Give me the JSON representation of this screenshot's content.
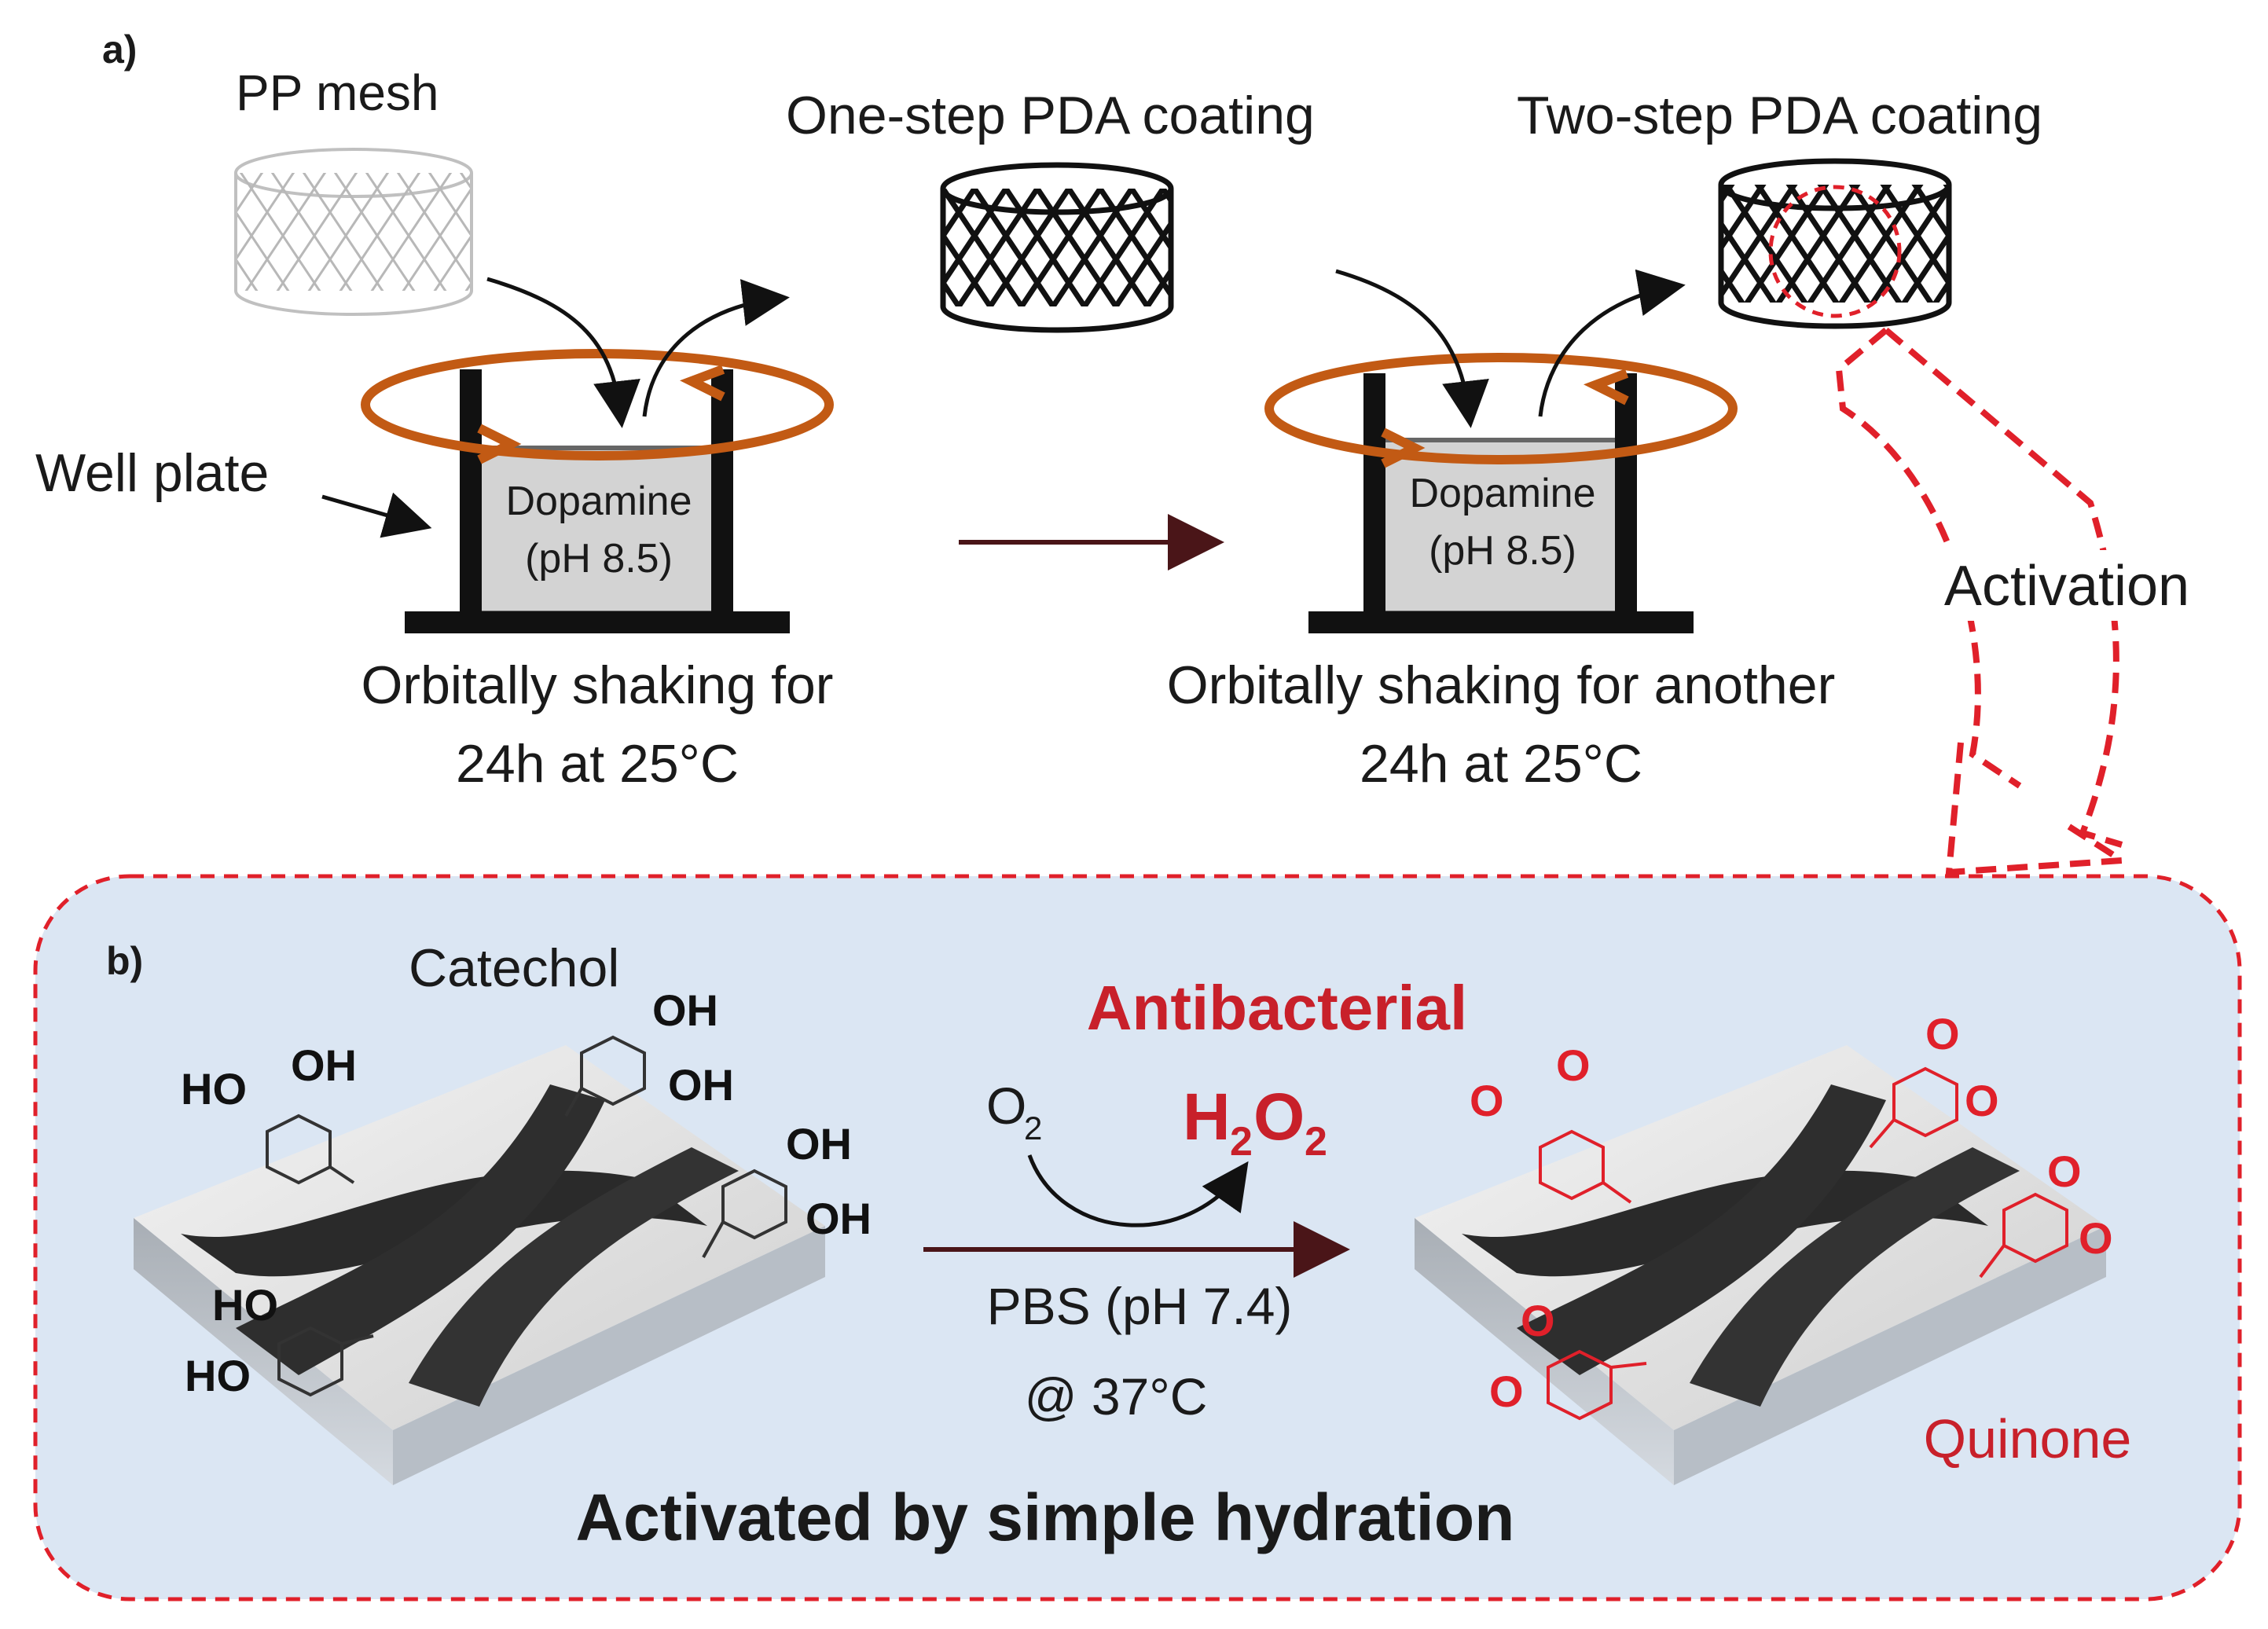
{
  "panel_a": {
    "label": "a)",
    "pp_mesh": "PP mesh",
    "one_step": "One-step PDA coating",
    "two_step": "Two-step PDA coating",
    "well_plate": "Well plate",
    "dopamine": "Dopamine",
    "ph": "(pH 8.5)",
    "shake1_line1": "Orbitally shaking for",
    "shake1_line2": "24h at 25°C",
    "shake2_line1": "Orbitally shaking for another",
    "shake2_line2": "24h at 25°C",
    "activation": "Activation"
  },
  "panel_b": {
    "label": "b)",
    "catechol": "Catechol",
    "antibacterial": "Antibacterial",
    "o2": "O",
    "o2_sub": "2",
    "h2o2_h": "H",
    "h2o2_sub1": "2",
    "h2o2_o": "O",
    "h2o2_sub2": "2",
    "pbs": "PBS (pH 7.4)",
    "temp": "@ 37°C",
    "quinone": "Quinone",
    "caption": "Activated by simple hydration",
    "oh": "OH",
    "ho": "HO",
    "o": "O"
  },
  "colors": {
    "accent_red": "#c8202a",
    "orange": "#c25a14",
    "panel_bg": "#dbe6f3"
  }
}
